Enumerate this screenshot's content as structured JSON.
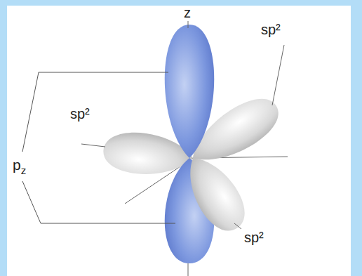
{
  "diagram": {
    "labels": [
      "z",
      "sp²",
      "sp²",
      "pz",
      "sp²"
    ]
  }
}
